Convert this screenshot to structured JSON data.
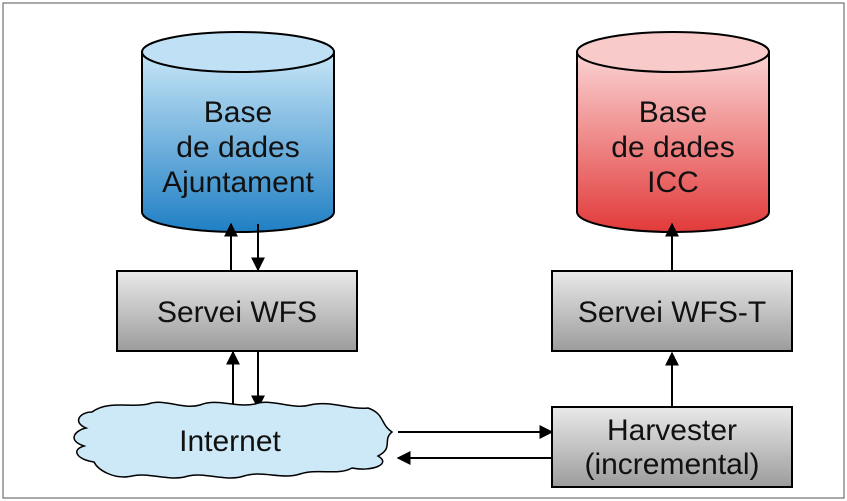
{
  "diagram": {
    "db_left": {
      "lines": [
        "Base",
        "de dades",
        "Ajuntament"
      ],
      "fill_top": "#1f7fc4",
      "fill_bottom": "#c8e6f7"
    },
    "db_right": {
      "lines": [
        "Base",
        "de dades",
        "ICC"
      ],
      "fill_top": "#e23a3a",
      "fill_bottom": "#fbd4d4"
    },
    "wfs": {
      "label": "Servei WFS"
    },
    "wfst": {
      "label": "Servei WFS-T"
    },
    "internet": {
      "label": "Internet",
      "fill": "#cde8f6"
    },
    "harvester": {
      "lines": [
        "Harvester",
        "(incremental)"
      ]
    },
    "box_fill_top": "#e9e9e9",
    "box_fill_bottom": "#9c9c9c"
  }
}
